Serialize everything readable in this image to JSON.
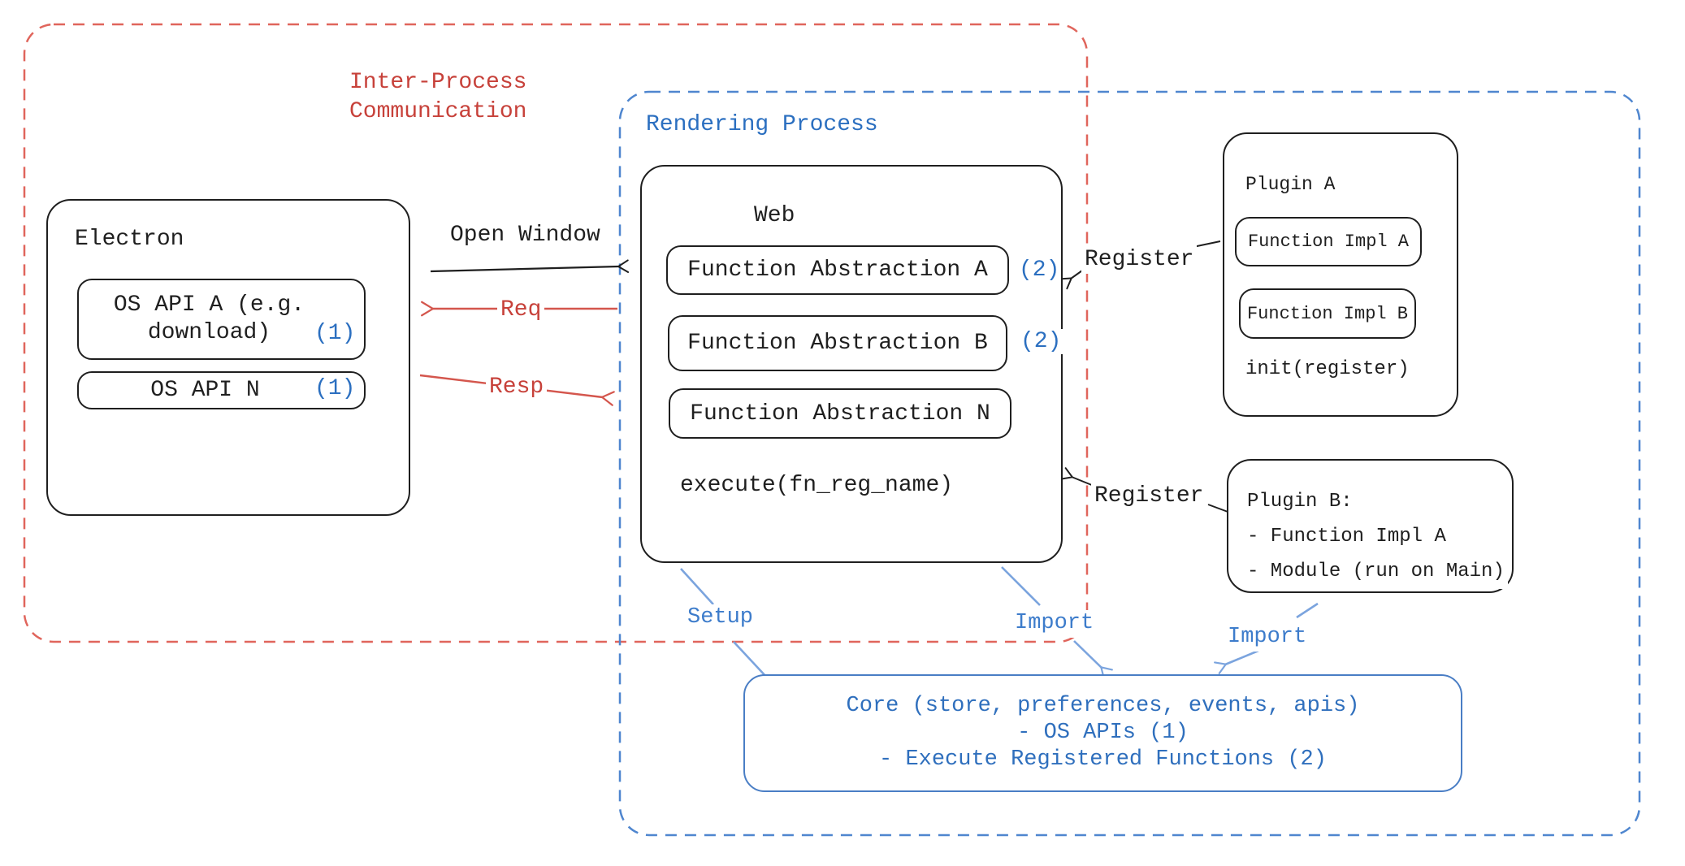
{
  "ipc": {
    "label_line1": "Inter-Process",
    "label_line2": "Communication"
  },
  "rendering_process": {
    "label": "Rendering Process"
  },
  "electron": {
    "title": "Electron",
    "api_a_line1": "OS API A (e.g.",
    "api_a_line2": "download)",
    "api_a_badge": "(1)",
    "api_n_label": "OS API N",
    "api_n_badge": "(1)"
  },
  "web": {
    "title": "Web",
    "fa_a": "Function Abstraction A",
    "fa_a_badge": "(2)",
    "fa_b": "Function Abstraction B",
    "fa_b_badge": "(2)",
    "fa_n": "Function Abstraction N",
    "execute": "execute(fn_reg_name)"
  },
  "plugin_a": {
    "title": "Plugin A",
    "impl_a": "Function Impl A",
    "impl_b": "Function Impl B",
    "init": "init(register)"
  },
  "plugin_b": {
    "line1": "Plugin B:",
    "line2": "- Function Impl A",
    "line3": "- Module (run on Main)"
  },
  "core": {
    "line1": "Core (store, preferences, events, apis)",
    "line2": "- OS APIs (1)",
    "line3": "- Execute Registered Functions (2)"
  },
  "arrows": {
    "open_window": "Open Window",
    "req": "Req",
    "resp": "Resp",
    "register_a": "Register",
    "register_b": "Register",
    "setup": "Setup",
    "import_web": "Import",
    "import_plugin": "Import"
  },
  "colors": {
    "black": "#1f1f1f",
    "red_text": "#c7413a",
    "red_line": "#d4564d",
    "red_dash": "#e0655c",
    "blue_text": "#2b6fc0",
    "blue_dash": "#4f86cf",
    "light_blue_arrow": "#7ba4de",
    "core_border": "#4a7ec5"
  }
}
